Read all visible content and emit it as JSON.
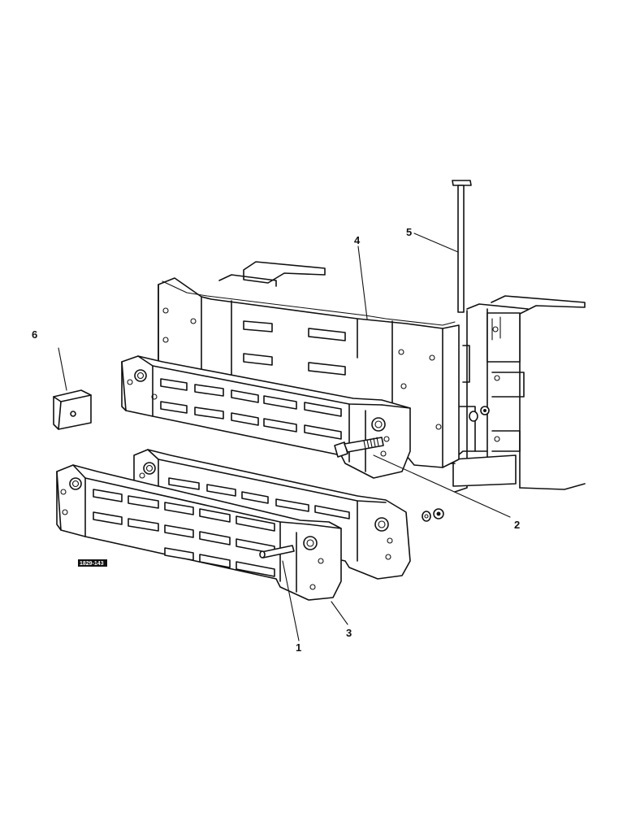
{
  "diagram": {
    "callouts": {
      "c1": "1",
      "c2": "2",
      "c3": "3",
      "c4": "4",
      "c5": "5",
      "c6": "6"
    },
    "figure_code": "1829-143"
  }
}
